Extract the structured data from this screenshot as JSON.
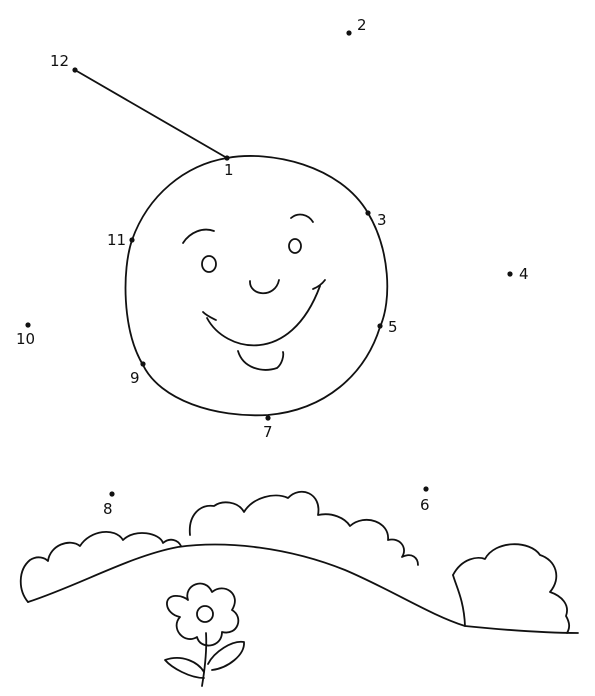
{
  "worksheet": {
    "type": "connect-the-dots",
    "dots": [
      {
        "label": "1"
      },
      {
        "label": "2"
      },
      {
        "label": "3"
      },
      {
        "label": "4"
      },
      {
        "label": "5"
      },
      {
        "label": "6"
      },
      {
        "label": "7"
      },
      {
        "label": "8"
      },
      {
        "label": "9"
      },
      {
        "label": "10"
      },
      {
        "label": "11"
      },
      {
        "label": "12"
      }
    ],
    "connected": [
      [
        "12",
        "1"
      ]
    ]
  },
  "colors": {
    "ink": "#111111",
    "paper": "#ffffff"
  }
}
